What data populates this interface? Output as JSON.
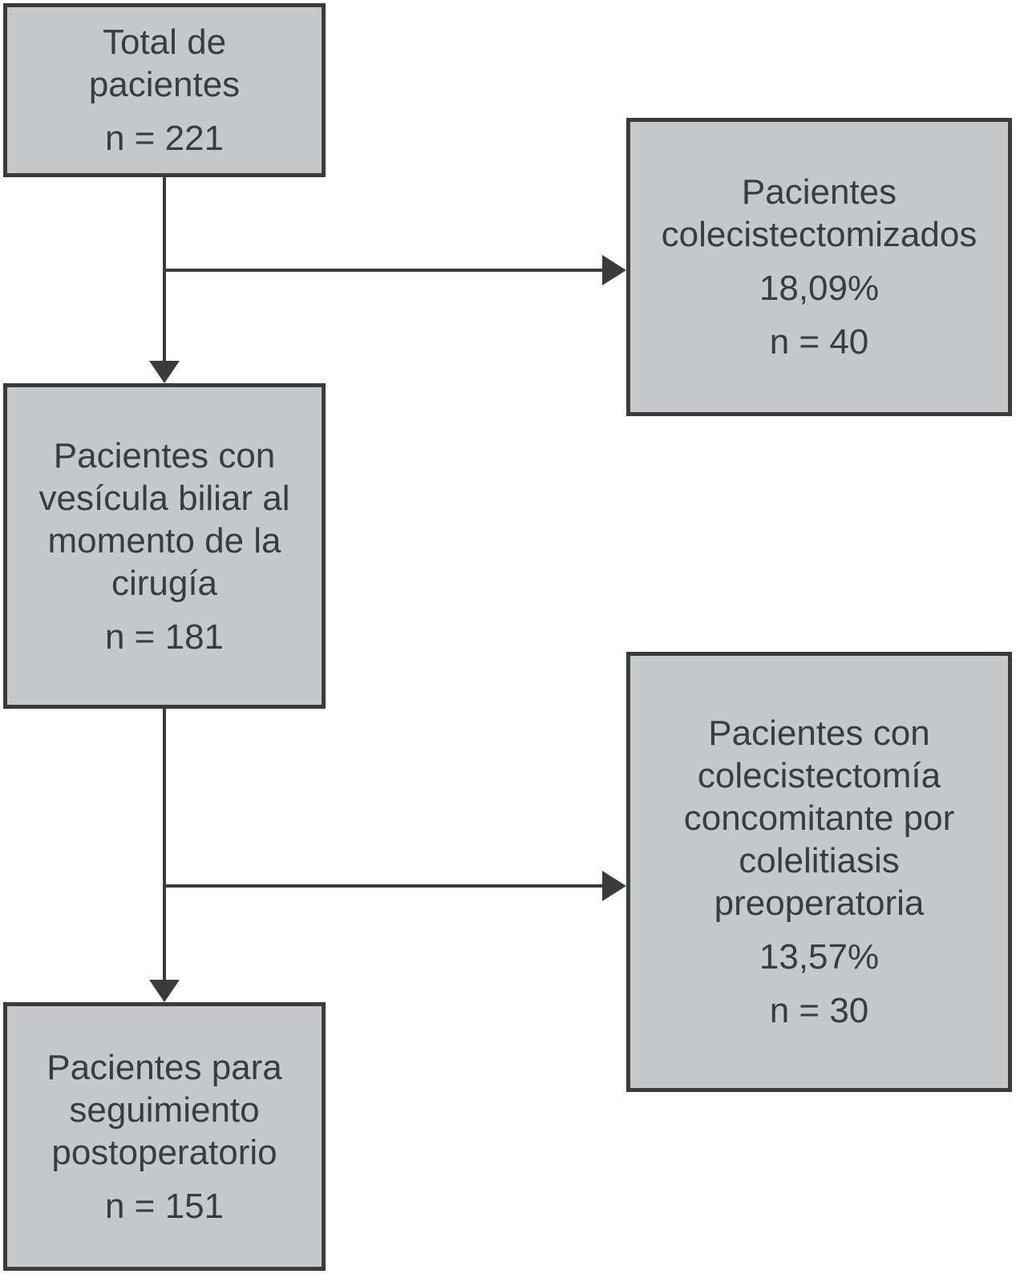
{
  "boxes": {
    "total": {
      "label": "Total de\npacientes",
      "n": "n = 221"
    },
    "colecistectomizados": {
      "label": "Pacientes\ncolecistectomizados",
      "percent": "18,09%",
      "n": "n = 40"
    },
    "vesicula": {
      "label": "Pacientes con\nvesícula biliar al\nmomento de la\ncirugía",
      "n": "n = 181"
    },
    "concomitante": {
      "label": "Pacientes con\ncolecistectomía\nconcomitante por\ncolelitiasis\npreoperatoria",
      "percent": "13,57%",
      "n": "n = 30"
    },
    "seguimiento": {
      "label": "Pacientes para\nseguimiento\npostoperatorio",
      "n": "n = 151"
    }
  },
  "edges": [
    {
      "from": "total",
      "to": "vesicula",
      "direction": "down"
    },
    {
      "from": "total",
      "to": "colecistectomizados",
      "direction": "right"
    },
    {
      "from": "vesicula",
      "to": "seguimiento",
      "direction": "down"
    },
    {
      "from": "vesicula",
      "to": "concomitante",
      "direction": "right"
    }
  ],
  "colors": {
    "box_fill": "#c6c8ca",
    "box_border": "#393b3d",
    "text": "#3a3c3e",
    "connector": "#393b3d",
    "background": "#ffffff"
  }
}
